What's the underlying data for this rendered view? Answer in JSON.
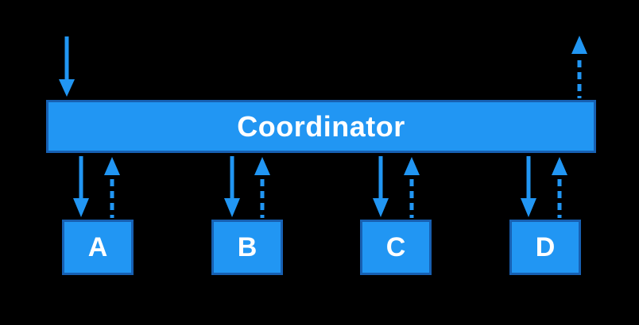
{
  "diagram": {
    "coordinator": {
      "label": "Coordinator"
    },
    "workers": [
      {
        "label": "A"
      },
      {
        "label": "B"
      },
      {
        "label": "C"
      },
      {
        "label": "D"
      }
    ],
    "arrows": {
      "external_in": {
        "style": "solid",
        "direction": "down",
        "target": "Coordinator"
      },
      "external_out": {
        "style": "dashed",
        "direction": "up",
        "source": "Coordinator"
      },
      "coordinator_to_worker": {
        "style": "solid",
        "direction": "down"
      },
      "worker_to_coordinator": {
        "style": "dashed",
        "direction": "up"
      }
    },
    "colors": {
      "background": "#000000",
      "node_fill": "#2196f3",
      "node_border": "#1760b2",
      "arrow": "#2196f3",
      "label_text": "#ffffff"
    }
  }
}
